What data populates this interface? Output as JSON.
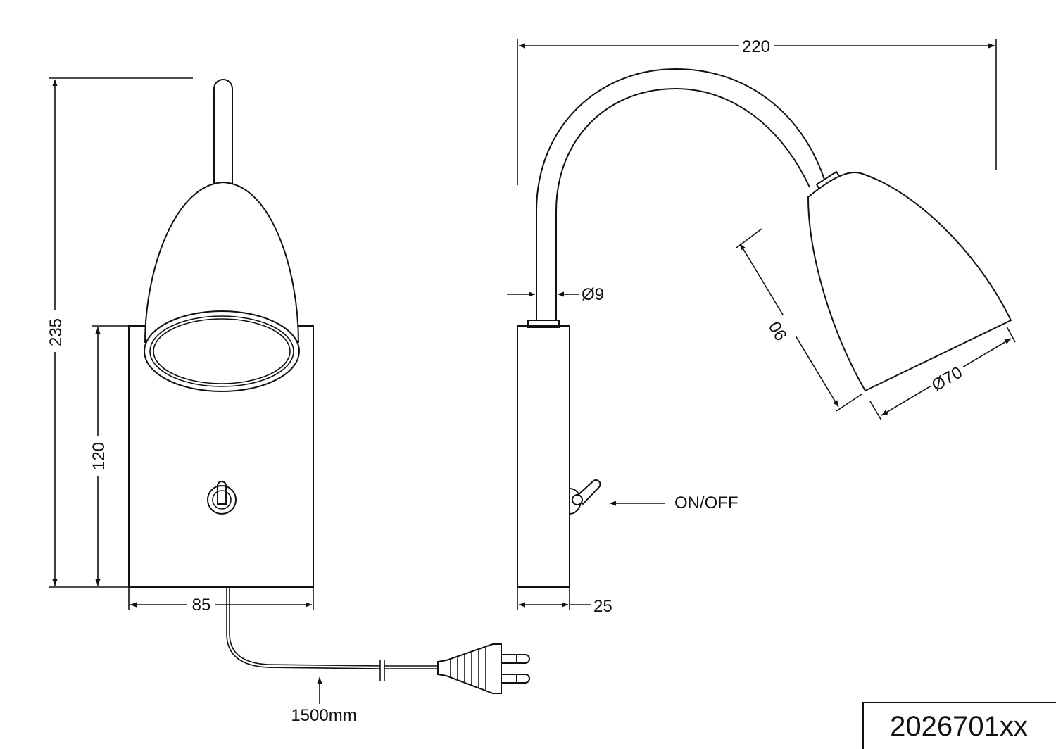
{
  "drawing": {
    "front_view": {
      "total_height": "235",
      "plate_height": "120",
      "plate_width": "85",
      "cable_length": "1500mm"
    },
    "side_view": {
      "total_width": "220",
      "arm_diameter": "Ø9",
      "shade_length": "90",
      "shade_diameter": "Ø70",
      "base_depth": "25",
      "switch_label": "ON/OFF"
    },
    "article_number": "2026701xx"
  }
}
